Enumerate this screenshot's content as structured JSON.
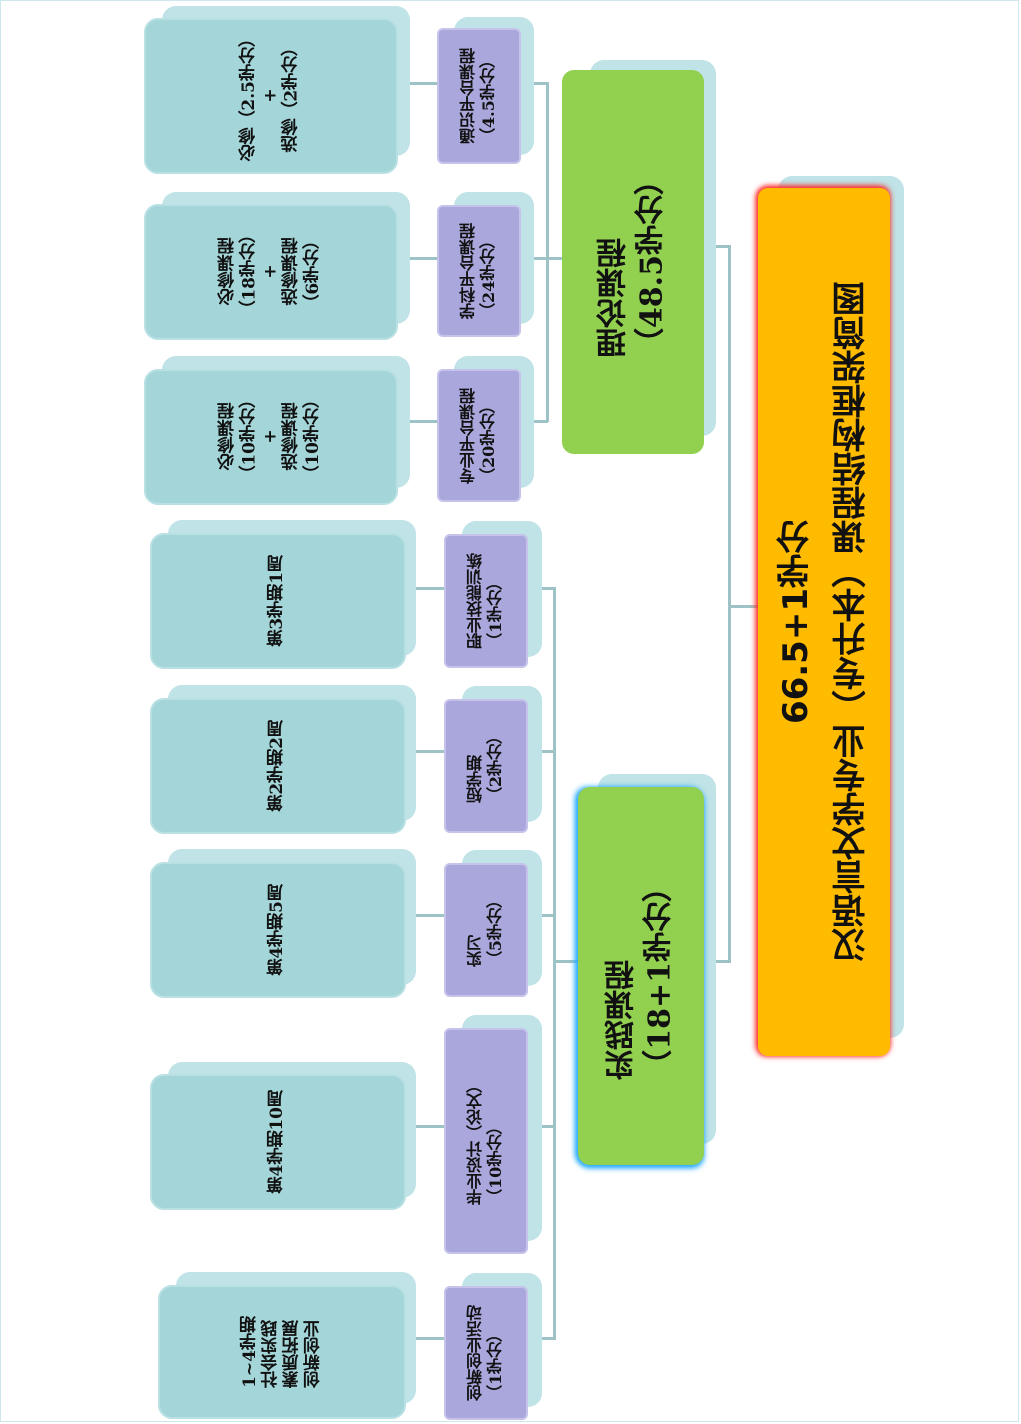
{
  "root": {
    "title": "汉语言文学专业（专升本）课程结构框架简图",
    "subtitle": "66.5+1学分"
  },
  "theory": {
    "label": "理论课程\n（48.5学分）",
    "children": [
      {
        "label": "通识平台课程\n（4.5学分）",
        "detail": "必修（2.5学分）\n+\n选修（2学分）"
      },
      {
        "label": "学科平台课程\n（24学分）",
        "detail": "必修课程\n（18学分）\n+\n选修课程\n（6学分）"
      },
      {
        "label": "专业平台课程\n（20学分）",
        "detail": "必修课程\n（10学分）\n+\n选修课程\n（10学分）"
      }
    ]
  },
  "practice": {
    "label": "实践课程\n（18+1学分）",
    "children": [
      {
        "label": "职业技能训练\n（1学分）",
        "detail": "第3学期1周"
      },
      {
        "label": "短学期\n（2学分）",
        "detail": "第2学期2周"
      },
      {
        "label": "实习\n（5学分）",
        "detail": "第4学期5周"
      },
      {
        "label": "毕业设计（论文）\n（10学分）",
        "detail": "第4学期10周"
      },
      {
        "label": "创新创业活动\n（1学分）",
        "detail": "1~4学期\n社会实践\n素质拓展\n创新创业"
      }
    ]
  },
  "colors": {
    "root": "#ffbb00",
    "level1": "#92d050",
    "level2": "#aaa7dd",
    "detail": "#a4d6d9",
    "connector": "#9ec3c6"
  }
}
